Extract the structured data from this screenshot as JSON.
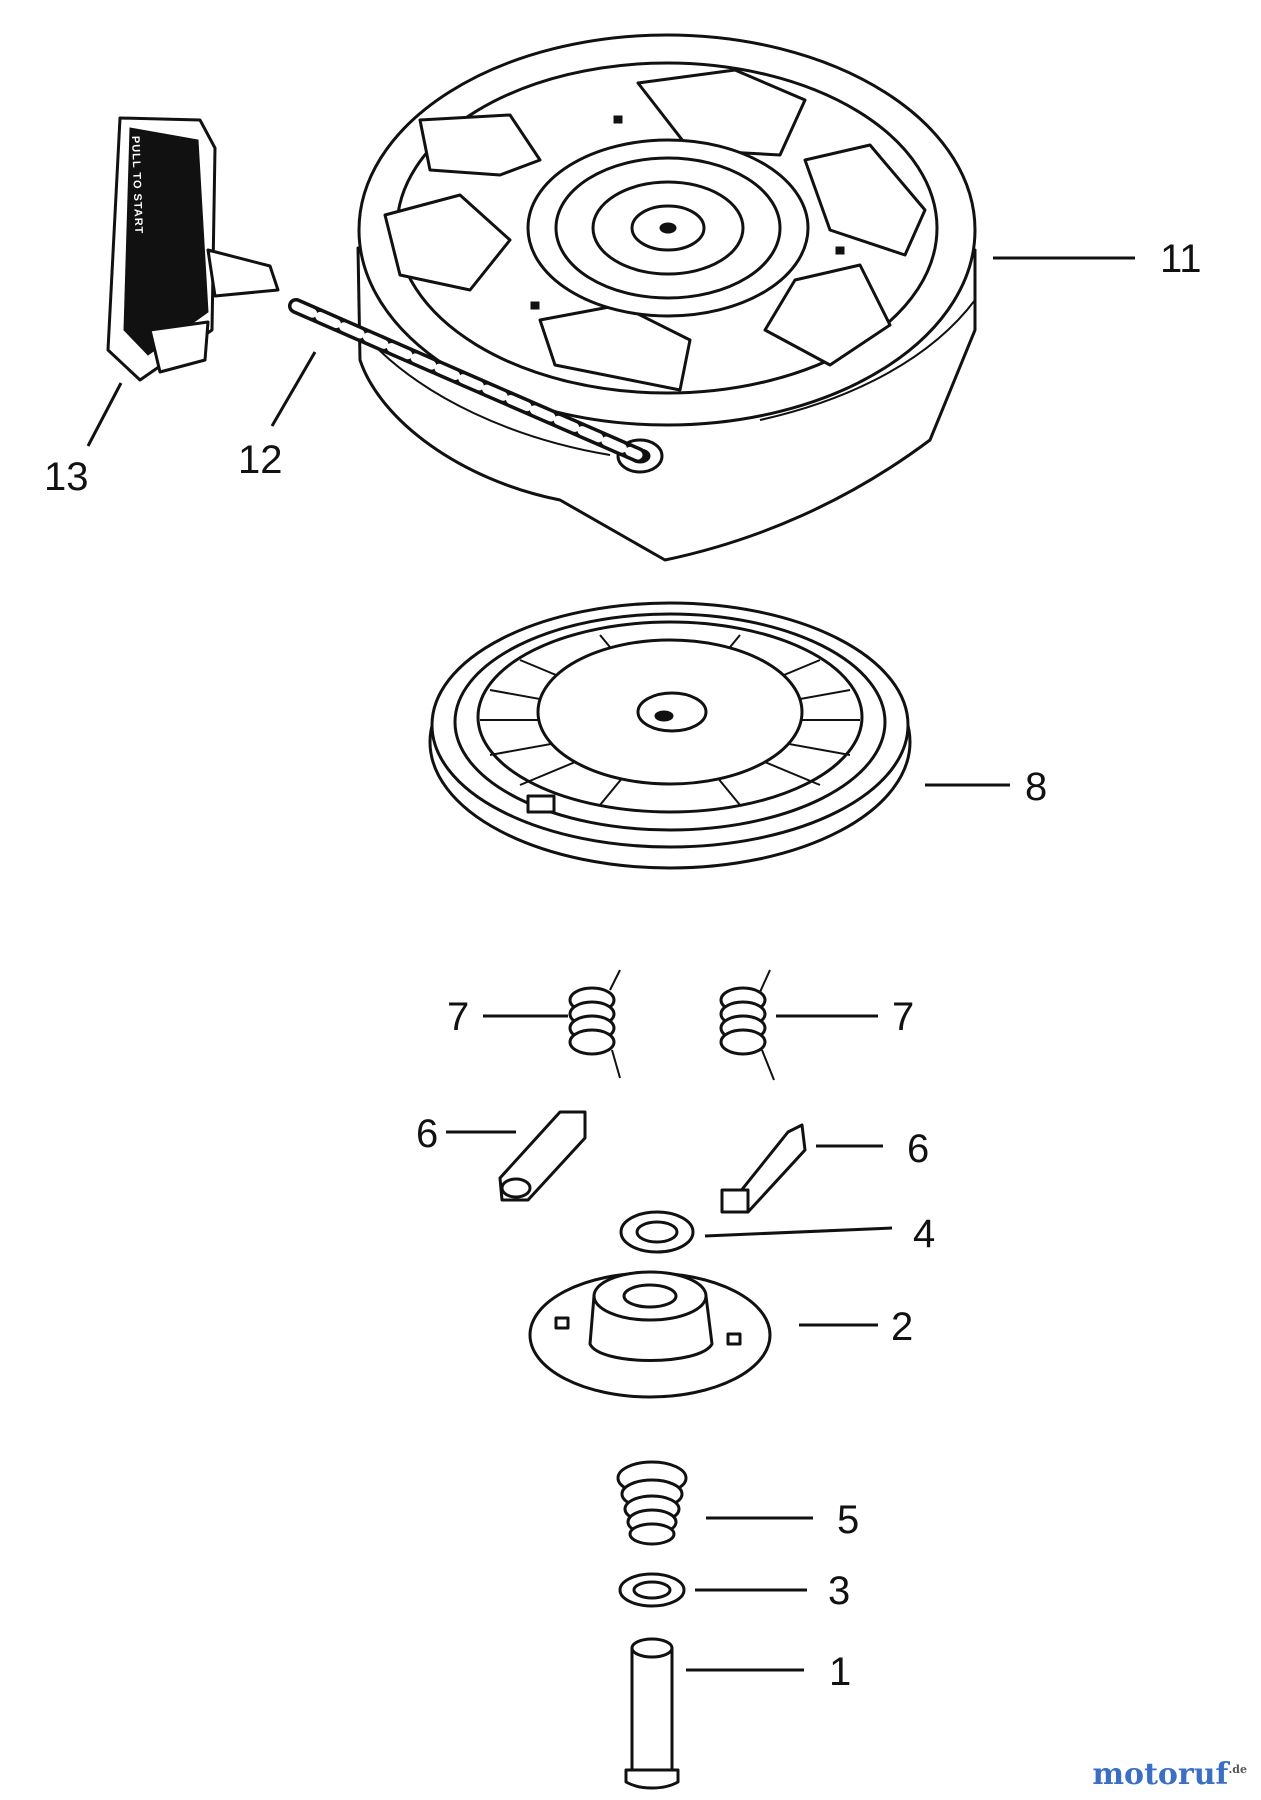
{
  "handle_text": "PULL TO START",
  "callouts": [
    {
      "id": "11",
      "label": "11"
    },
    {
      "id": "12",
      "label": "12"
    },
    {
      "id": "13",
      "label": "13"
    },
    {
      "id": "8",
      "label": "8"
    },
    {
      "id": "7L",
      "label": "7"
    },
    {
      "id": "7R",
      "label": "7"
    },
    {
      "id": "6L",
      "label": "6"
    },
    {
      "id": "6R",
      "label": "6"
    },
    {
      "id": "4",
      "label": "4"
    },
    {
      "id": "2",
      "label": "2"
    },
    {
      "id": "5",
      "label": "5"
    },
    {
      "id": "3",
      "label": "3"
    },
    {
      "id": "1",
      "label": "1"
    }
  ],
  "watermark": {
    "brand": "motoruf",
    "tld": ".de",
    "color": "#3a6fc4"
  }
}
